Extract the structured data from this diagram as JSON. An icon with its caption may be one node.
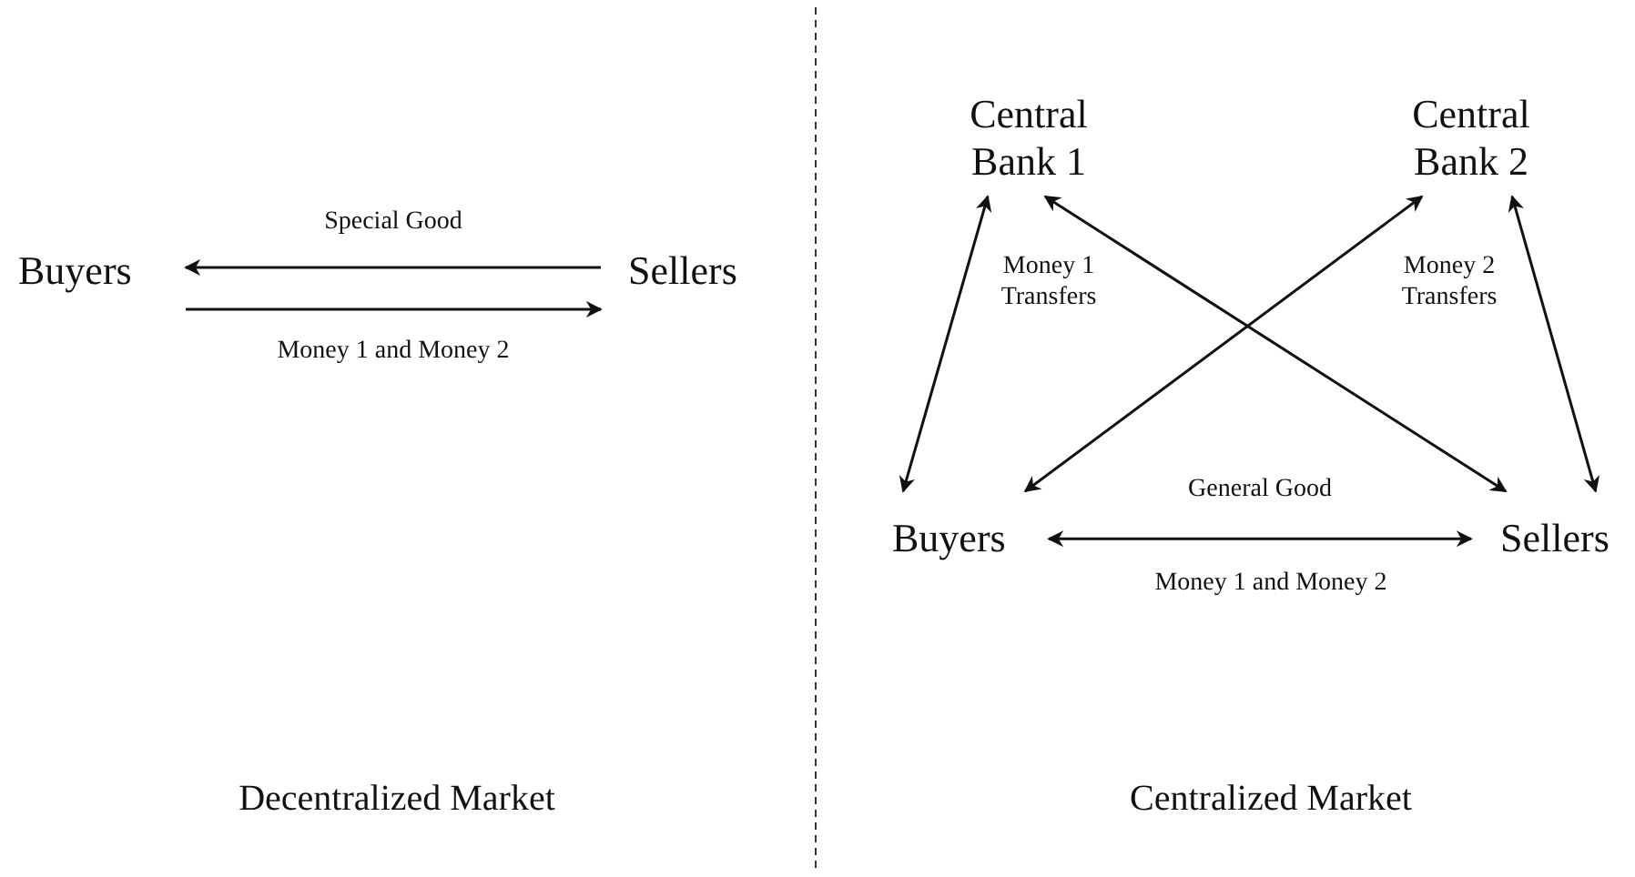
{
  "diagram": {
    "nodes": [
      {
        "text": [
          "Buyers"
        ]
      },
      {
        "text": [
          "Sellers"
        ]
      },
      {
        "text": [
          "Central Bank 1"
        ]
      },
      {
        "text": [
          "Central Bank 2"
        ]
      },
      {
        "text": [
          "Buyers"
        ]
      },
      {
        "text": [
          "Sellers"
        ]
      }
    ],
    "edges": [
      {
        "from": 1,
        "to": 0,
        "arrow": "to",
        "label": "Special Good"
      },
      {
        "from": 0,
        "to": 1,
        "arrow": "to",
        "label": "Money 1 and Money 2"
      },
      {
        "from": 2,
        "to": 4,
        "arrow": "both"
      },
      {
        "from": 2,
        "to": 5,
        "arrow": "both"
      },
      {
        "from": 3,
        "to": 4,
        "arrow": "both"
      },
      {
        "from": 3,
        "to": 5,
        "arrow": "both"
      },
      {
        "from": 4,
        "to": 5,
        "arrow": "both",
        "label": "General Good"
      }
    ],
    "labels": [
      "Money 1 Transfers",
      "Money 2 Transfers",
      "Money 1 and Money 2",
      "Decentralized Market",
      "Centralized Market"
    ]
  }
}
